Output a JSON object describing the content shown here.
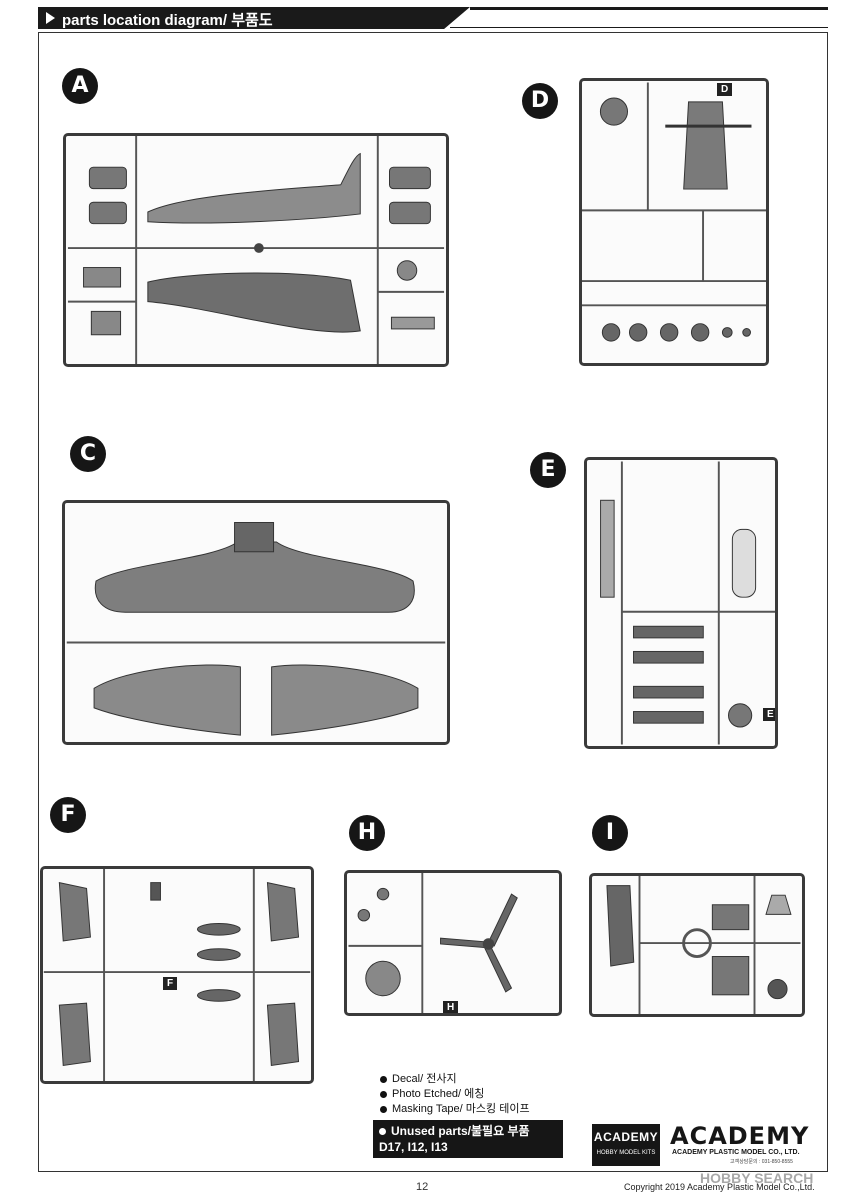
{
  "header": {
    "title": "parts location diagram/ 부품도"
  },
  "sprues": [
    {
      "id": "A",
      "label": "A"
    },
    {
      "id": "D",
      "label": "D",
      "tag": "D"
    },
    {
      "id": "C",
      "label": "C"
    },
    {
      "id": "E",
      "label": "E",
      "tag": "E"
    },
    {
      "id": "F",
      "label": "F",
      "tag": "F"
    },
    {
      "id": "H",
      "label": "H",
      "tag": "H"
    },
    {
      "id": "I",
      "label": "I"
    }
  ],
  "legend": {
    "items": [
      "Decal/ 전사지",
      "Photo Etched/ 에칭",
      "Masking Tape/ 마스킹 테이프"
    ],
    "unused_title": "Unused parts/불필요 부품",
    "unused_parts": "D17, I12, I13"
  },
  "brand": {
    "logo_small_top": "ACADEMY",
    "logo_small_bottom": "HOBBY MODEL KITS",
    "logo_big": "ACADEMY",
    "company": "ACADEMY PLASTIC MODEL CO., LTD.",
    "contact": "고객상담문의 : 031-850-8555"
  },
  "footer": {
    "page_number": "12",
    "copyright": "Copyright 2019 Academy Plastic Model Co.,Ltd.",
    "watermark": "HOBBY SEARCH"
  }
}
